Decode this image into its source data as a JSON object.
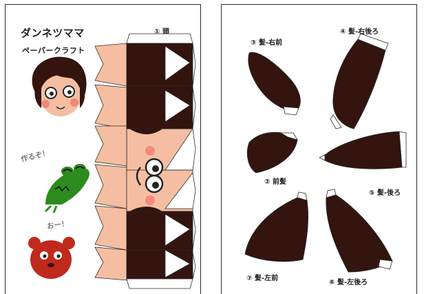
{
  "colors": {
    "hair": "#33140f",
    "skin": "#f5bea2",
    "cheek": "#f07a6d",
    "frog": "#2e8b1e",
    "bear": "#c02a1c",
    "line": "#2a2a2a"
  },
  "left_sheet": {
    "title": "ダンネツママ",
    "subtitle": "ペーパークラフト",
    "part_head": "① 頭",
    "caption_frog": "作るぞ！",
    "caption_bear": "おー！"
  },
  "right_sheet": {
    "parts": [
      {
        "id": "hair-right-front",
        "label": "③ 髪-右前"
      },
      {
        "id": "hair-right-back",
        "label": "④ 髪-右後ろ"
      },
      {
        "id": "bangs",
        "label": "② 前髪"
      },
      {
        "id": "hair-back",
        "label": "⑤ 髪-後ろ"
      },
      {
        "id": "hair-left-front",
        "label": "⑦ 髪-左前"
      },
      {
        "id": "hair-left-back",
        "label": "⑥ 髪-左後ろ"
      }
    ]
  }
}
